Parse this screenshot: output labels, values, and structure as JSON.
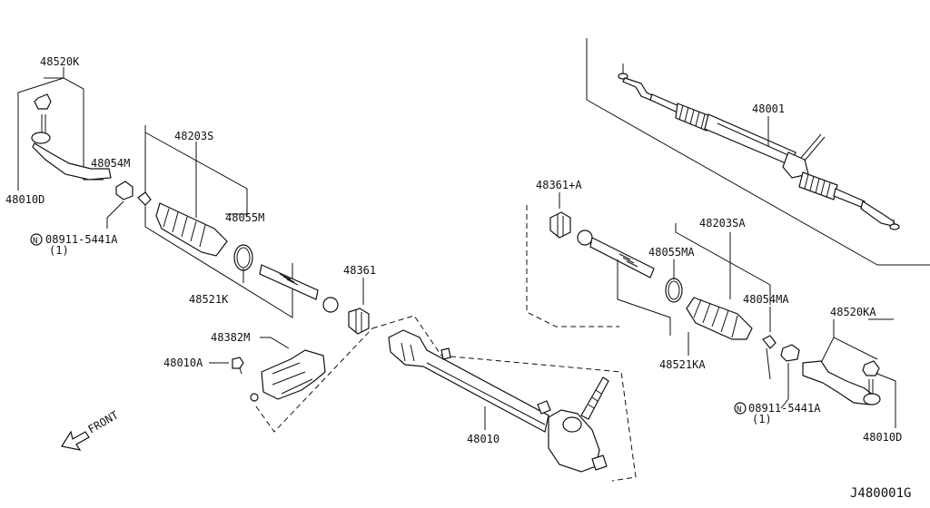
{
  "diagram_id": "J480001G",
  "front_label": "FRONT",
  "labels": {
    "p48520K": "48520K",
    "p48010D_left": "48010D",
    "p48054M": "48054M",
    "p48203S": "48203S",
    "p48055M": "48055M",
    "p08911_left": "08911-5441A",
    "qty_left": "(1)",
    "p48521K": "48521K",
    "p48361": "48361",
    "p48382M": "48382M",
    "p48010A": "48010A",
    "p48010": "48010",
    "p48001": "48001",
    "p48361A": "48361+A",
    "p48203SA": "48203SA",
    "p48055MA": "48055MA",
    "p48054MA": "48054MA",
    "p48521KA": "48521KA",
    "p48520KA": "48520KA",
    "p08911_right": "08911-5441A",
    "qty_right": "(1)",
    "p48010D_right": "48010D",
    "n_symbol": "N"
  }
}
